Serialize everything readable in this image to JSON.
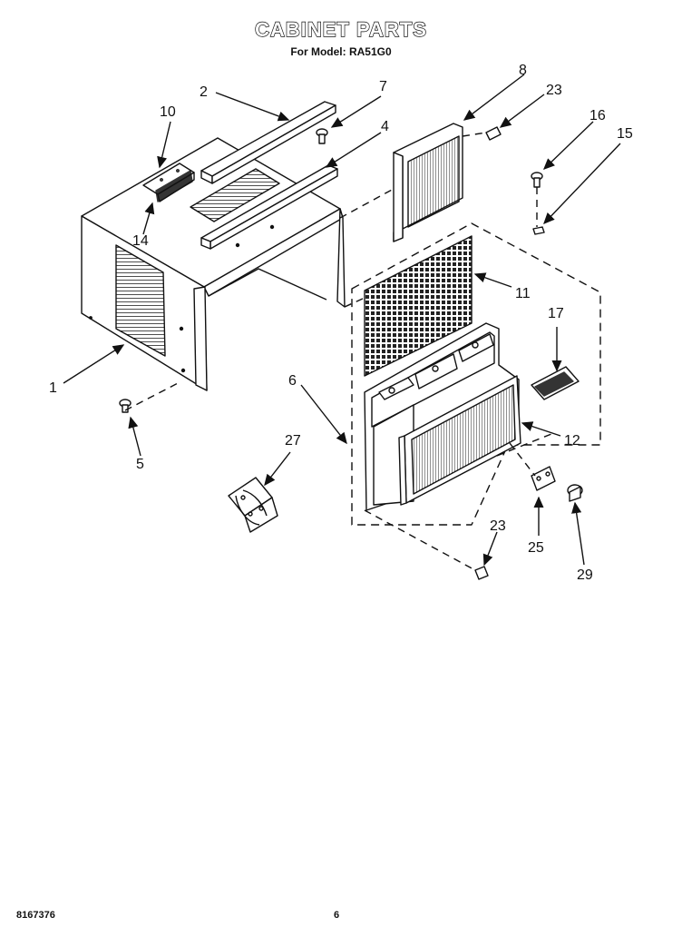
{
  "header": {
    "title": "CABINET PARTS",
    "subtitle": "For Model: RA51G0"
  },
  "footer": {
    "doc_number": "8167376",
    "page_number": "6"
  },
  "callouts": {
    "c1": "1",
    "c2": "2",
    "c4": "4",
    "c5": "5",
    "c6": "6",
    "c7": "7",
    "c8": "8",
    "c10": "10",
    "c11": "11",
    "c12": "12",
    "c14": "14",
    "c15": "15",
    "c16": "16",
    "c17": "17",
    "c23a": "23",
    "c23b": "23",
    "c25": "25",
    "c27": "27",
    "c29": "29"
  }
}
